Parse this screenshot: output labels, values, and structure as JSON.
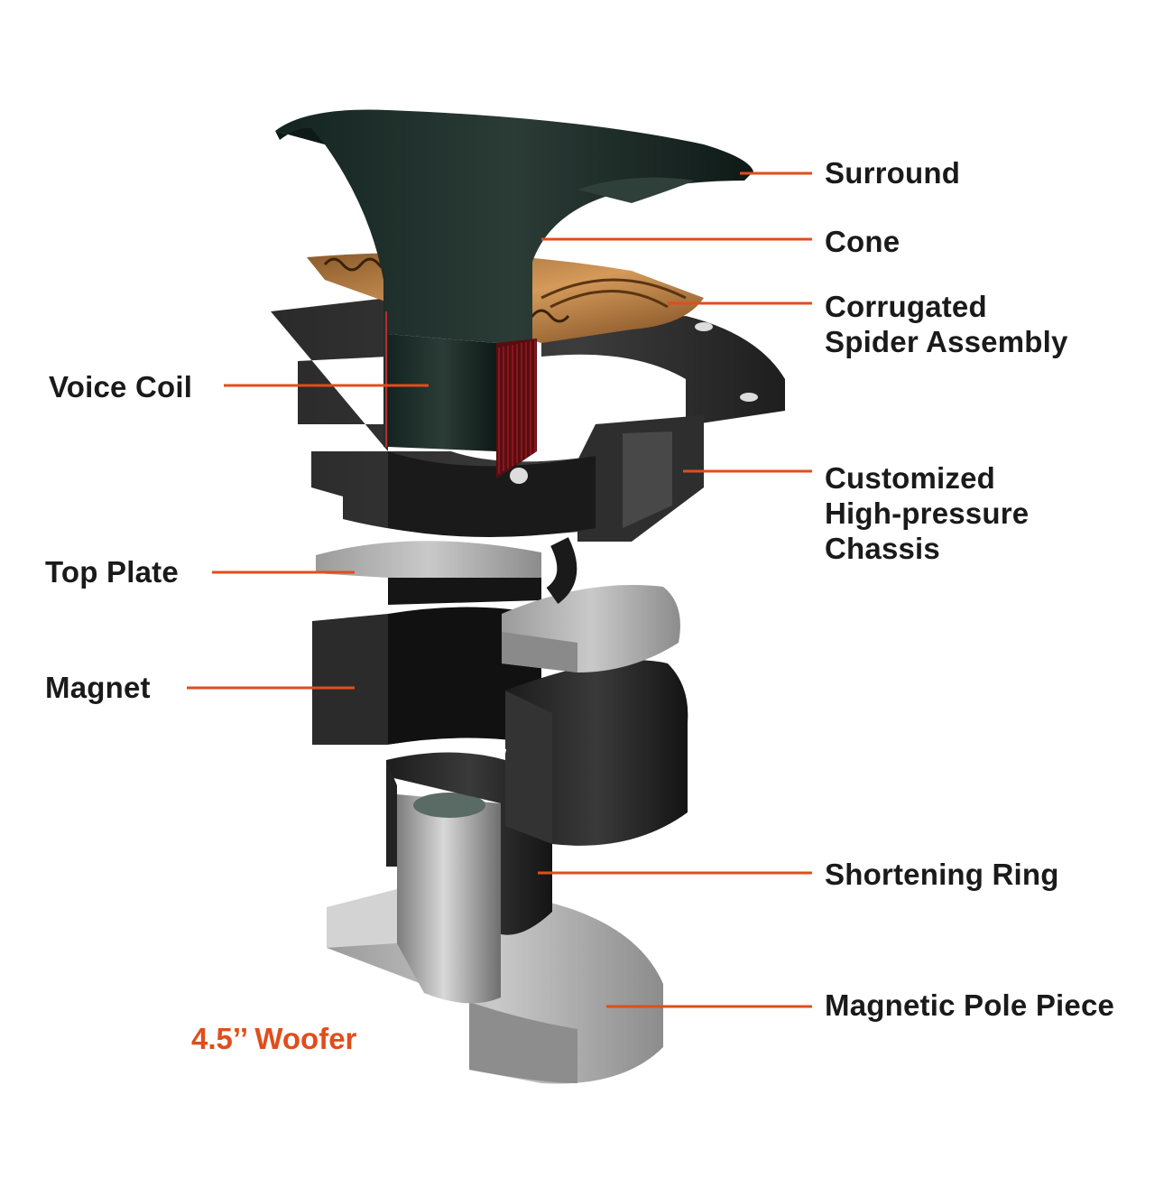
{
  "diagram": {
    "caption": "4.5’’ Woofer",
    "accent_color": "#e04e1b",
    "labels": {
      "surround": "Surround",
      "cone": "Cone",
      "spider": [
        "Corrugated",
        "Spider Assembly"
      ],
      "voice_coil": "Voice Coil",
      "chassis": [
        "Customized",
        "High-pressure",
        "Chassis"
      ],
      "top_plate": "Top Plate",
      "magnet": "Magnet",
      "shortening_ring": "Shortening Ring",
      "pole_piece": "Magnetic Pole Piece"
    }
  }
}
